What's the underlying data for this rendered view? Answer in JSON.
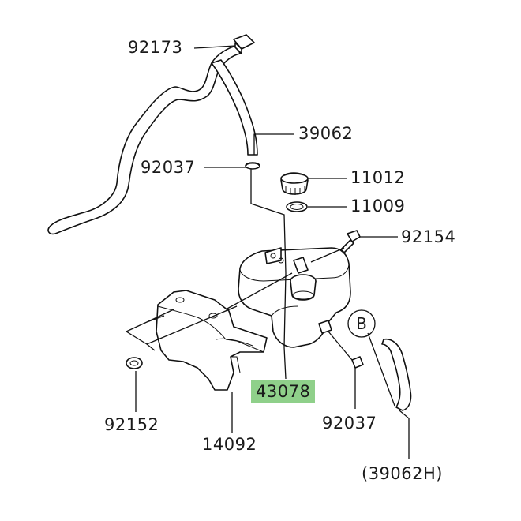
{
  "diagram": {
    "labels": {
      "p92173": "92173",
      "p39062": "39062",
      "p92037_top": "92037",
      "p11012": "11012",
      "p11009": "11009",
      "p92154": "92154",
      "p43078": "43078",
      "p92152": "92152",
      "p14092": "14092",
      "p92037_bottom": "92037",
      "p39062H": "(39062H)"
    },
    "callout": "B",
    "highlight_color": "#8fd08a"
  }
}
